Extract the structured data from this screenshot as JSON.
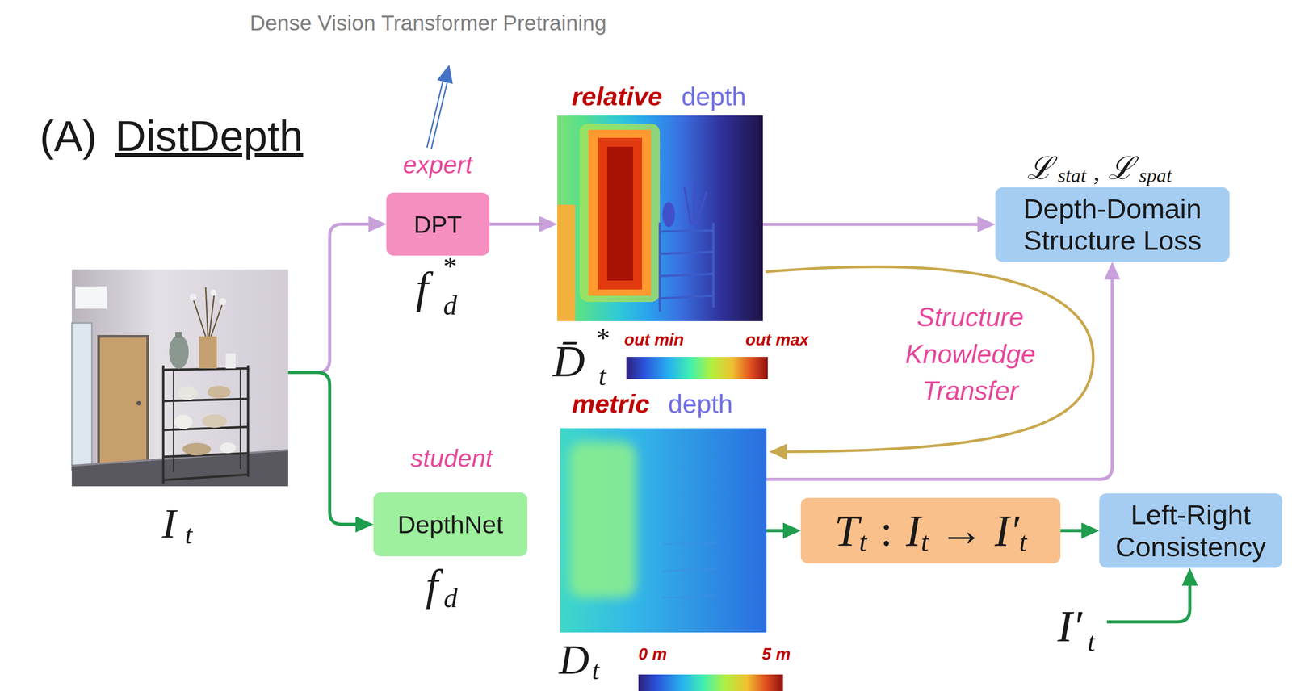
{
  "diagram": {
    "title": "Dense Vision Transformer Pretraining",
    "nodes": [
      {
        "text": [
          "I",
          "t"
        ]
      },
      {
        "text": [
          "expert",
          "DPT",
          "f",
          "*",
          "d"
        ]
      },
      {
        "text": [
          "relative",
          "depth",
          "D̄",
          "*",
          "t",
          "out min",
          "out max"
        ]
      },
      {
        "text": [
          "ℒ",
          "stat",
          ",",
          "ℒ",
          "spat",
          "Depth-Domain Structure Loss"
        ]
      },
      {
        "text": [
          "student",
          "DepthNet",
          "f",
          "d"
        ]
      },
      {
        "text": [
          "metric",
          "depth",
          "D",
          "t",
          "0 m",
          "5 m"
        ]
      },
      {
        "text": [
          "T",
          "t",
          ":",
          "I",
          "t",
          "→",
          "I′",
          "t"
        ]
      },
      {
        "text": [
          "Left-Right Consistency"
        ]
      },
      {
        "text": [
          "I′",
          "t"
        ]
      }
    ],
    "edges": [
      {
        "from": 0,
        "to": 1,
        "arrow": "to"
      },
      {
        "from": 0,
        "to": 4,
        "arrow": "to"
      },
      {
        "from": 1,
        "to": 2,
        "arrow": "to"
      },
      {
        "from": 2,
        "to": 3,
        "arrow": "to"
      },
      {
        "from": 2,
        "to": 5,
        "label": "Structure Knowledge Transfer",
        "arrow": "to"
      },
      {
        "from": 5,
        "to": 3,
        "arrow": "to"
      },
      {
        "from": 5,
        "to": 6,
        "arrow": "to"
      },
      {
        "from": 6,
        "to": 7,
        "arrow": "to"
      },
      {
        "from": 8,
        "to": 7,
        "arrow": "to"
      }
    ],
    "labels": [
      "(A)",
      "DistDepth"
    ]
  }
}
